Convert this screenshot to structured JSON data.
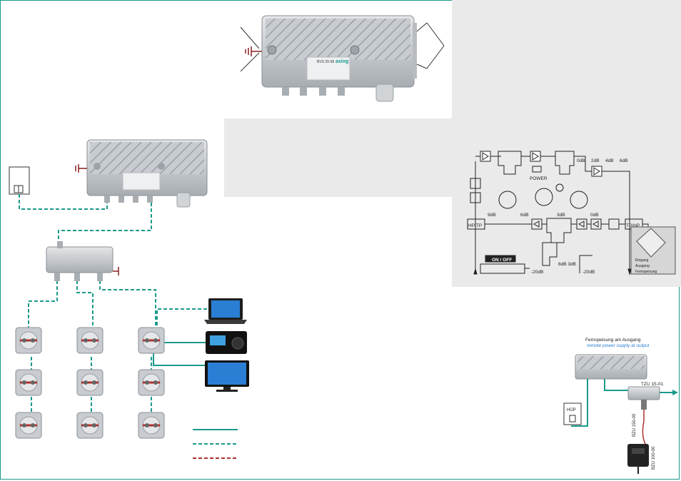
{
  "colors": {
    "accent": "#1a9a8a",
    "coax_solid": "#1a9a8a",
    "coax_dashed": "#1a9a8a",
    "red_dashed": "#b03030",
    "panel_gray": "#eaeaea",
    "device_gray": "#cfd3d6"
  },
  "amplifier": {
    "brand": "axing",
    "model": "BVS 20-58"
  },
  "block_diagram": {
    "labels": {
      "power": "POWER",
      "hp_tp": "HP/TP",
      "tp_hp": "TP/HP",
      "on_off": "ON / OFF",
      "minus20_left": "-20dB",
      "minus20_right": "-20dB",
      "odB": "0dB",
      "twodB": "2dB",
      "fourdB": "4dB",
      "sixdB_top": "6dB",
      "ninedB": "9dB",
      "sixdB_mid": "6dB",
      "threedB": "3dB",
      "zerodB_mid": "0dB",
      "gain_bottom": "6dB 3dB",
      "eingang": "Eingang",
      "ausgang": "Ausgang",
      "fernspeisung": "Fernspeisung"
    }
  },
  "remote_power": {
    "title_de": "Fernspeisung am Ausgang",
    "title_en": "remote power supply at output",
    "tzu": "TZU 15-01",
    "bzu150": "BZU 150-00",
    "bzu100": "BZU 100-00",
    "hup": "HÜP"
  },
  "icons": [
    "ground-icon",
    "laptop-icon",
    "receiver-icon",
    "tv-icon",
    "socket-icon",
    "splitter-icon",
    "power-supply-icon"
  ]
}
